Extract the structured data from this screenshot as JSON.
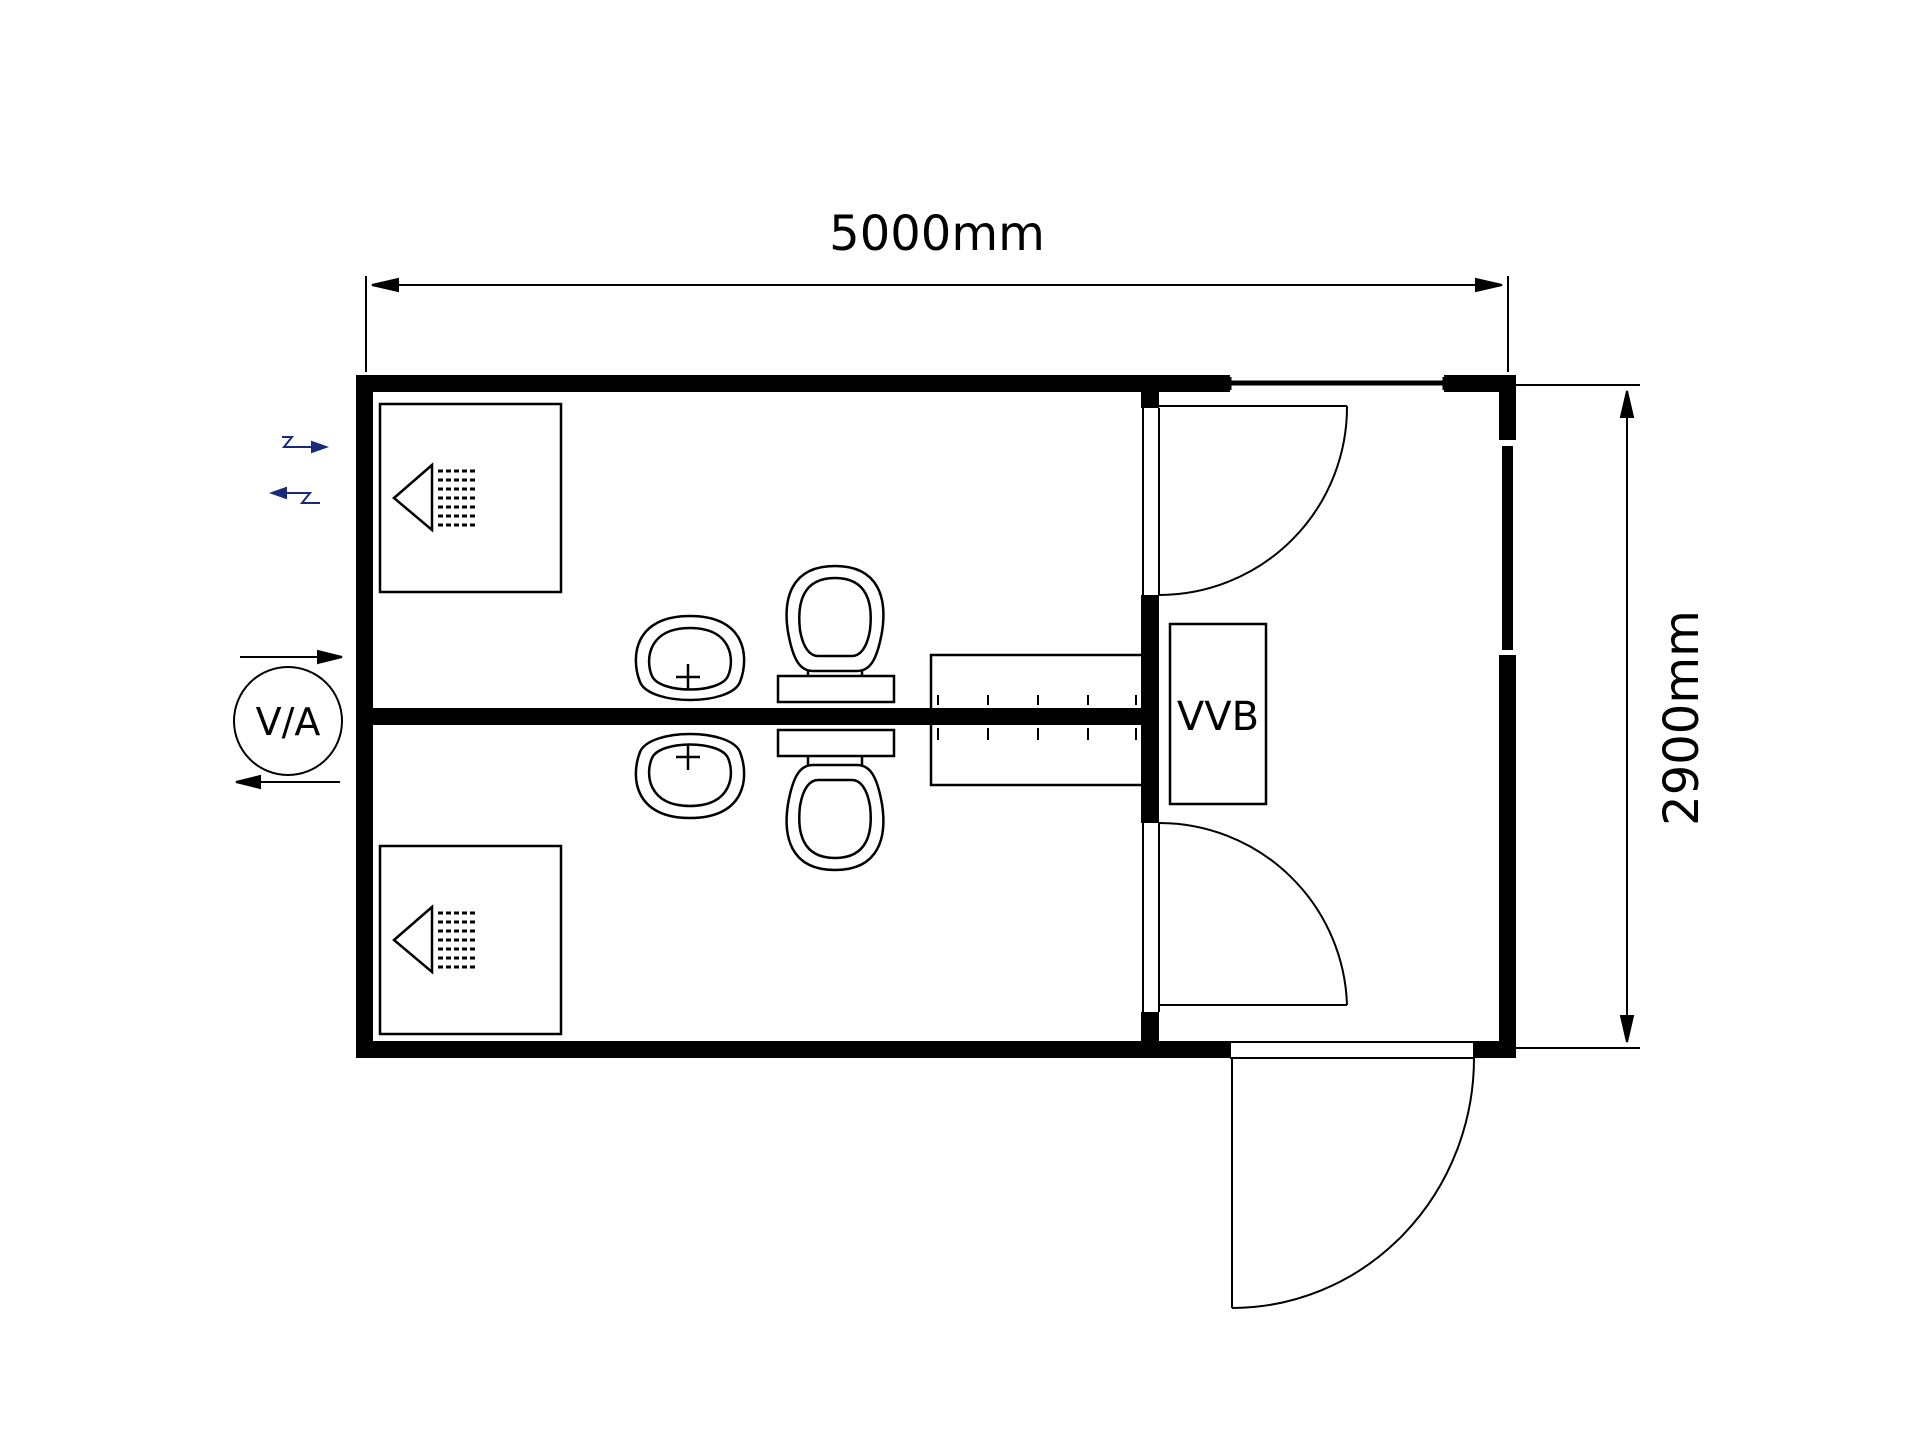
{
  "dimensions": {
    "width_label": "5000mm",
    "height_label": "2900mm"
  },
  "labels": {
    "water_heater": "VVB",
    "supply_drain": "V/A"
  },
  "icons": {
    "shower": "shower-icon",
    "sink": "sink-icon",
    "toilet": "toilet-icon",
    "electric": "electric-connection-icon",
    "water": "water-connection-icon"
  },
  "colors": {
    "line": "#000000",
    "electric_symbol": "#1a2a7a"
  }
}
